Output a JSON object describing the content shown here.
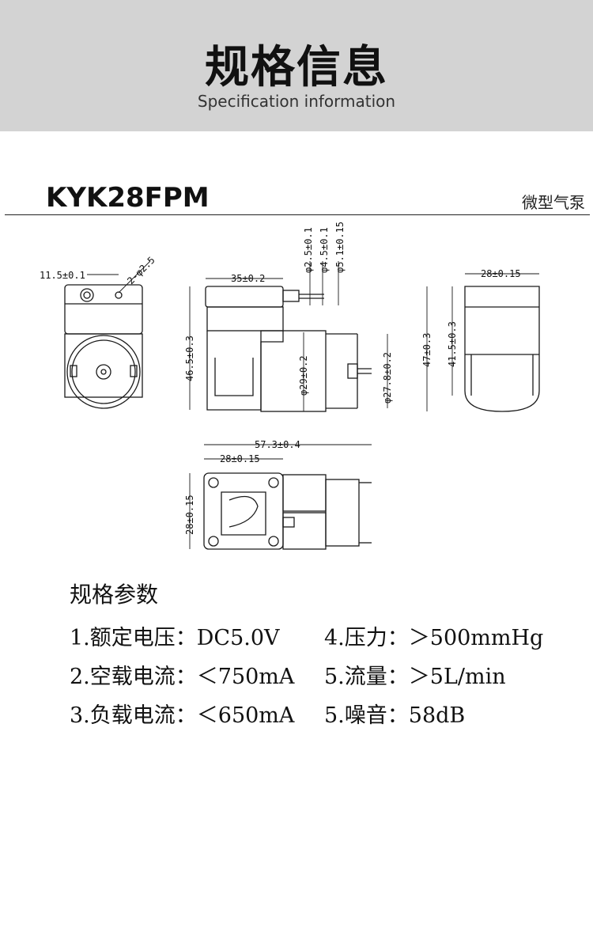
{
  "banner": {
    "title": "规格信息",
    "subtitle": "Specification information"
  },
  "product": {
    "model": "KYK28FPM",
    "category": "微型气泵"
  },
  "dimensions": {
    "front_width": "11.5±0.1",
    "front_hole": "2-φ2.5",
    "side_body_length": "35±0.2",
    "nozzle_d1": "φ2.5±0.1",
    "nozzle_d2": "φ4.5±0.1",
    "nozzle_d3": "φ5.1±0.15",
    "side_height": "46.5±0.3",
    "motor_dia": "φ29±0.2",
    "motor_dia2": "φ27.8±0.2",
    "end_width": "28±0.15",
    "end_height_total": "47±0.3",
    "end_height_head": "41.5±0.3",
    "top_total_length": "57.3±0.4",
    "top_head_length": "28±0.15",
    "top_width": "28±0.15"
  },
  "specs": {
    "heading": "规格参数",
    "items": [
      "1.额定电压：DC5.0V",
      "4.压力：＞500mmHg",
      "2.空载电流：＜750mA",
      "5.流量：＞5L/min",
      "3.负载电流：＜650mA",
      "5.噪音：58dB"
    ]
  }
}
